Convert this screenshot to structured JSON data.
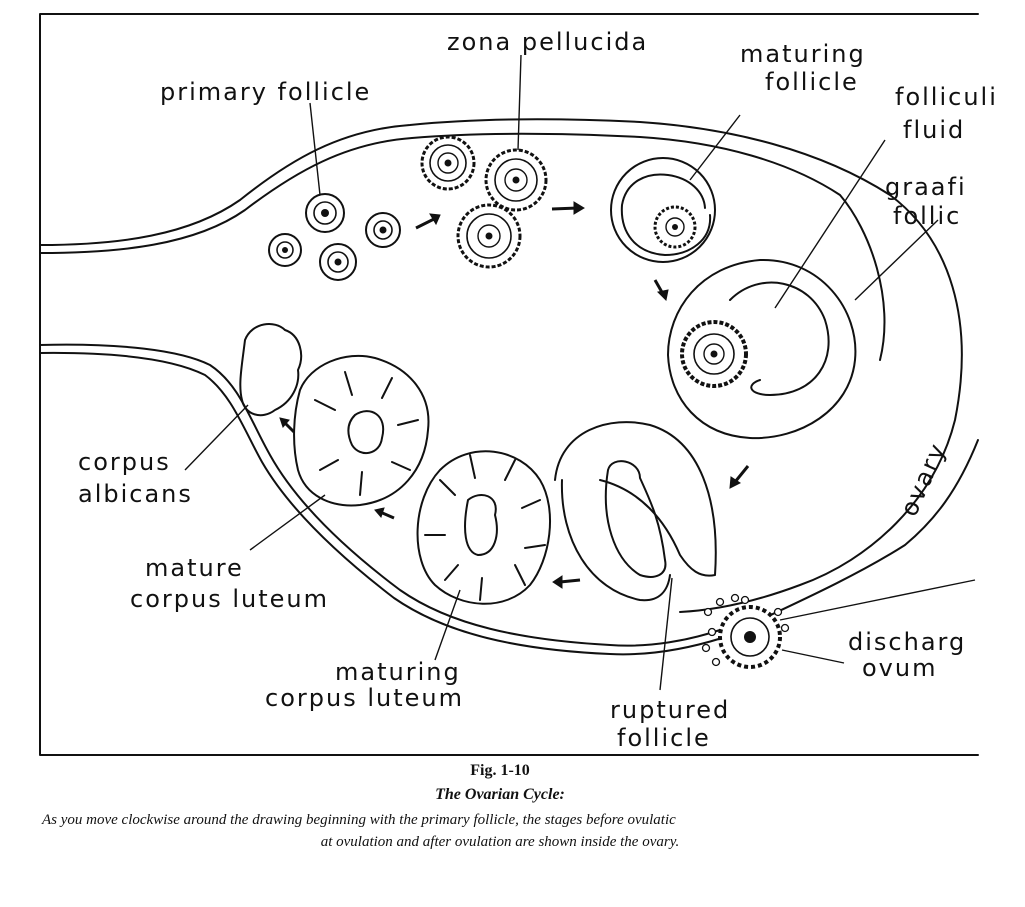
{
  "labels": {
    "zona_pellucida": "zona pellucida",
    "primary_follicle": "primary follicle",
    "maturing_follicle_1": "maturing",
    "maturing_follicle_2": "follicle",
    "follicular_fluid_1": "folliculi",
    "follicular_fluid_2": "fluid",
    "graafian_follicle_1": "graafi",
    "graafian_follicle_2": "follic",
    "corpus_albicans_1": "corpus",
    "corpus_albicans_2": "albicans",
    "mature_corpus_luteum_1": "mature",
    "mature_corpus_luteum_2": "corpus luteum",
    "maturing_corpus_luteum_1": "maturing",
    "maturing_corpus_luteum_2": "corpus luteum",
    "ruptured_follicle_1": "ruptured",
    "ruptured_follicle_2": "follicle",
    "discharged_ovum_1": "discharg",
    "discharged_ovum_2": "ovum",
    "ovary": "ovary"
  },
  "caption": {
    "figure_number": "Fig. 1-10",
    "title": "The Ovarian Cycle:",
    "line1": "As you move clockwise around the drawing beginning with the primary follicle, the stages before ovulatic",
    "line2": "at ovulation and after ovulation are shown inside the ovary."
  }
}
